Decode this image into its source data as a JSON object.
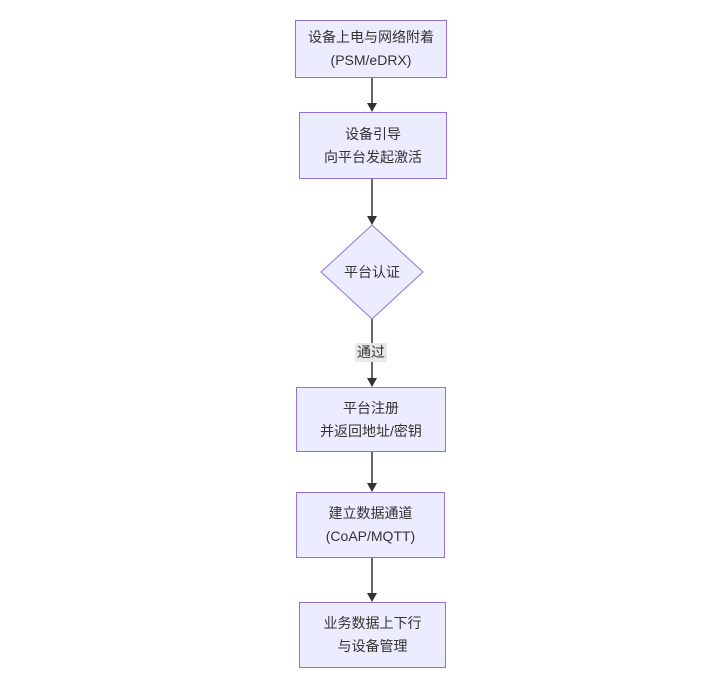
{
  "diagram": {
    "type": "flowchart",
    "direction": "top-down",
    "colors": {
      "node_fill": "#ECECFF",
      "node_border": "#9370DB",
      "node_text": "#333333",
      "edge_line": "#333333",
      "arrowhead": "#333333",
      "edge_label_bg": "#e8e8e8",
      "background": "#ffffff"
    },
    "nodes": [
      {
        "id": "power-attach",
        "shape": "rect",
        "line1": "设备上电与网络附着",
        "line2": "(PSM/eDRX)"
      },
      {
        "id": "bootstrap",
        "shape": "rect",
        "line1": "设备引导",
        "line2": "向平台发起激活"
      },
      {
        "id": "platform-auth",
        "shape": "diamond",
        "line1": "平台认证",
        "line2": ""
      },
      {
        "id": "register",
        "shape": "rect",
        "line1": "平台注册",
        "line2": "并返回地址/密钥"
      },
      {
        "id": "data-channel",
        "shape": "rect",
        "line1": "建立数据通道",
        "line2": "(CoAP/MQTT)"
      },
      {
        "id": "business",
        "shape": "rect",
        "line1": "业务数据上下行",
        "line2": "与设备管理"
      }
    ],
    "edges": [
      {
        "from": "power-attach",
        "to": "bootstrap",
        "label": ""
      },
      {
        "from": "bootstrap",
        "to": "platform-auth",
        "label": ""
      },
      {
        "from": "platform-auth",
        "to": "register",
        "label": "通过"
      },
      {
        "from": "register",
        "to": "data-channel",
        "label": ""
      },
      {
        "from": "data-channel",
        "to": "business",
        "label": ""
      }
    ]
  }
}
